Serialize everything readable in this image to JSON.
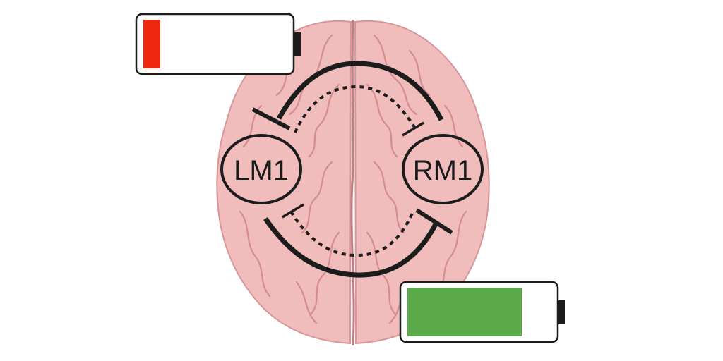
{
  "nodes": [
    {
      "id": "left",
      "label": "LM1"
    },
    {
      "id": "right",
      "label": "RM1"
    }
  ],
  "batteries": [
    {
      "id": "top-left",
      "level": 0.12,
      "fill_color": "#ee2711",
      "body_fill": "#ffffff",
      "outline_color": "#1c1c1c"
    },
    {
      "id": "bottom-right",
      "level": 0.8,
      "fill_color": "#5aaa49",
      "body_fill": "#ffffff",
      "outline_color": "#1c1c1c"
    }
  ],
  "colors": {
    "brain": "#f0bcbc",
    "brain_shade": "#e49c9e",
    "brain_line": "#d48c90",
    "ink": "#1c1c1c"
  },
  "connections": {
    "solid": "inhibitory-arc",
    "dotted": "inhibitory-arc"
  }
}
